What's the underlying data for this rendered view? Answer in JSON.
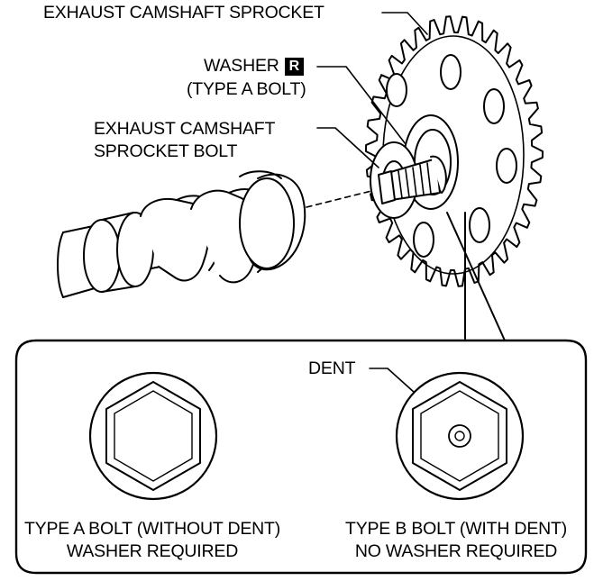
{
  "labels": {
    "exhaust_camshaft_sprocket": "EXHAUST CAMSHAFT SPROCKET",
    "washer": "WASHER",
    "washer_badge": "R",
    "type_a_bolt_note": "(TYPE A BOLT)",
    "sprocket_bolt_line1": "EXHAUST CAMSHAFT",
    "sprocket_bolt_line2": "SPROCKET BOLT",
    "dent": "DENT",
    "type_a_line1": "TYPE A BOLT (WITHOUT DENT)",
    "type_a_line2": "WASHER REQUIRED",
    "type_b_line1": "TYPE B BOLT (WITH DENT)",
    "type_b_line2": "NO WASHER REQUIRED"
  },
  "colors": {
    "line": "#000000",
    "background": "#ffffff",
    "badge_bg": "#000000",
    "badge_text": "#ffffff"
  }
}
